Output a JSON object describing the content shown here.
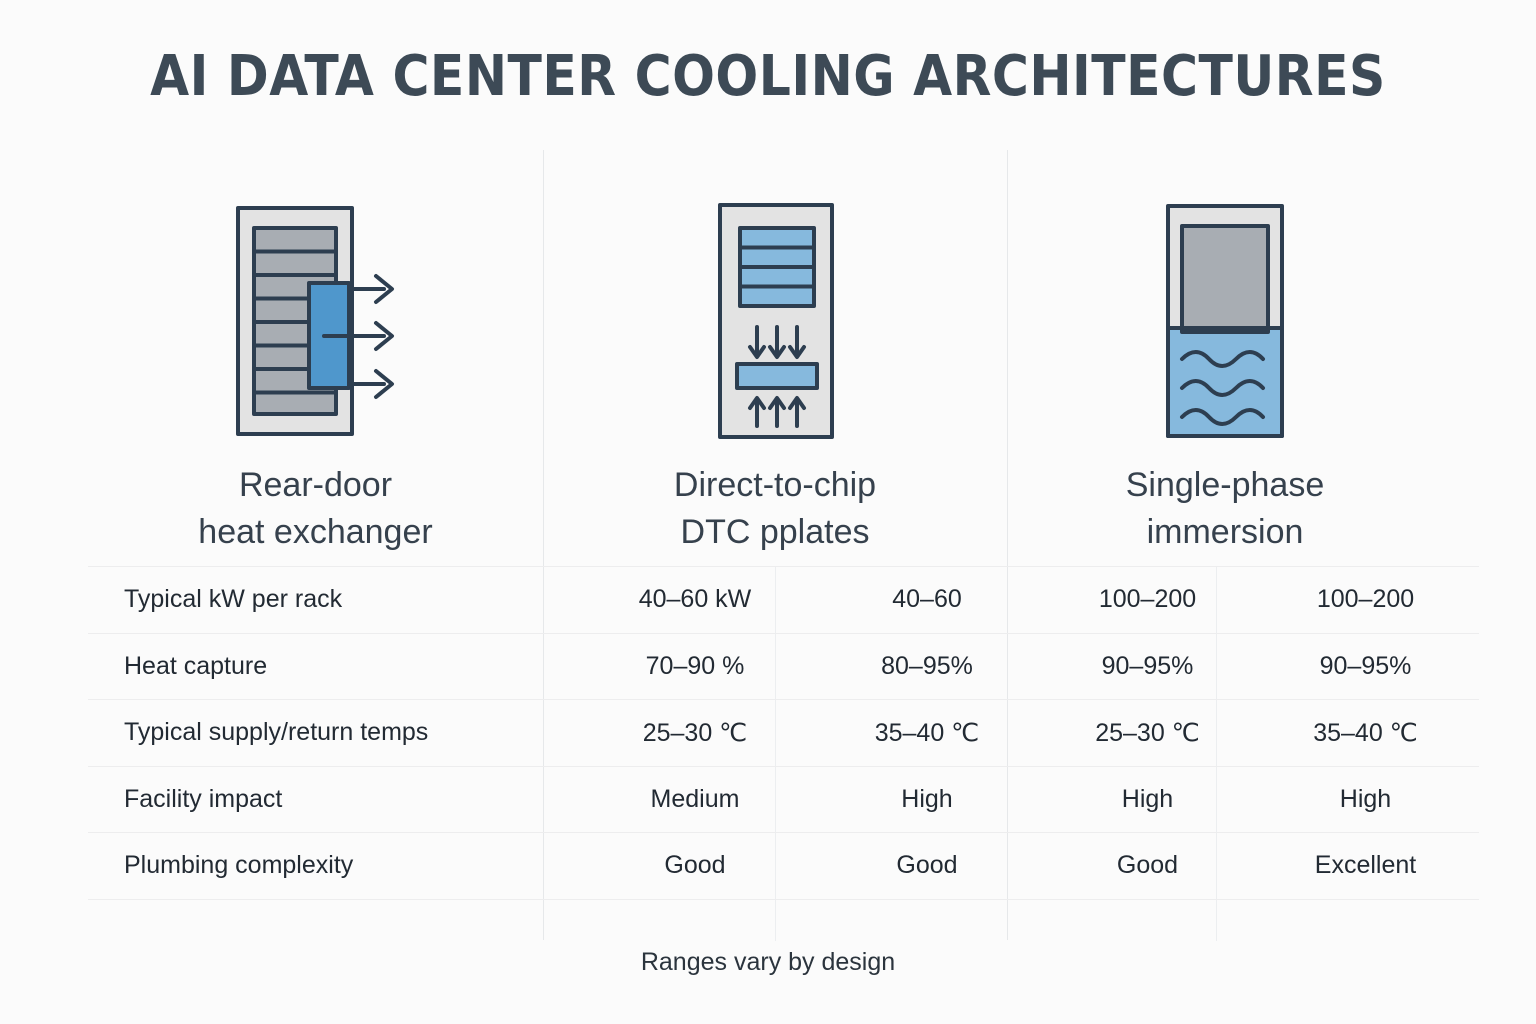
{
  "title": "AI DATA CENTER COOLING ARCHITECTURES",
  "colors": {
    "background": "#fbfbfb",
    "title_text": "#3d4a56",
    "body_text": "#222a33",
    "heading_text": "#36414d",
    "rule": "#ededee",
    "divider": "#e6e8ea",
    "stroke": "#2d3e50",
    "panel_light_gray": "#e3e3e3",
    "slot_gray": "#a8adb3",
    "accent_blue": "#4f97cc",
    "liquid_blue": "#86b9dd"
  },
  "columns": [
    {
      "id": "rear-door",
      "icon": "rear-door-heat-exchanger-icon",
      "heading_line1": "Rear-door",
      "heading_line2": "heat exchanger"
    },
    {
      "id": "direct-to-chip",
      "icon": "direct-to-chip-cold-plate-icon",
      "heading_line1": "Direct-to-chip",
      "heading_line2": "DTC pplates"
    },
    {
      "id": "single-phase-immersion",
      "icon": "single-phase-immersion-tank-icon",
      "heading_line1": "Single-phase",
      "heading_line2": "immersion"
    }
  ],
  "table": {
    "rows": [
      {
        "label": "Typical kW per rack",
        "values": [
          "40–60 kW",
          "40–60",
          "100–200",
          "100–200"
        ]
      },
      {
        "label": "Heat capture",
        "values": [
          "70–90 %",
          "80–95%",
          "90–95%",
          "90–95%"
        ]
      },
      {
        "label": "Typical supply/return temps",
        "values": [
          "25–30 ℃",
          "35–40 ℃",
          "25–30 ℃",
          "35–40 ℃"
        ]
      },
      {
        "label": "Facility impact",
        "values": [
          "Medium",
          "High",
          "High",
          "High"
        ]
      },
      {
        "label": "Plumbing complexity",
        "values": [
          "Good",
          "Good",
          "Good",
          "Excellent"
        ]
      }
    ]
  },
  "footnote": "Ranges vary by design"
}
